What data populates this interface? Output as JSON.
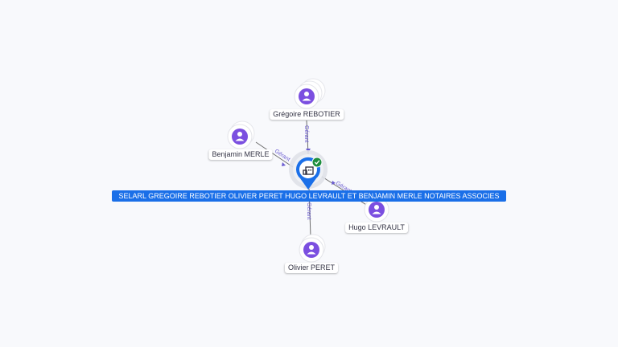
{
  "company": {
    "name": "SELARL GREGOIRE REBOTIER OLIVIER PERET HUGO LEVRAULT ET BENJAMIN MERLE NOTAIRES ASSOCIES",
    "icon": "building-icon",
    "status_icon": "check-badge-icon",
    "accent_color": "#1a6fe8",
    "status_color": "#1e8e3e"
  },
  "people": [
    {
      "name": "Grégoire REBOTIER",
      "role": "Gérant"
    },
    {
      "name": "Benjamin MERLE",
      "role": "Gérant"
    },
    {
      "name": "Hugo LEVRAULT",
      "role": "Gérant"
    },
    {
      "name": "Olivier PERET",
      "role": "Gérant"
    }
  ],
  "avatar_color": "#7b4fe0",
  "edge_label_color": "#6a5bd0"
}
